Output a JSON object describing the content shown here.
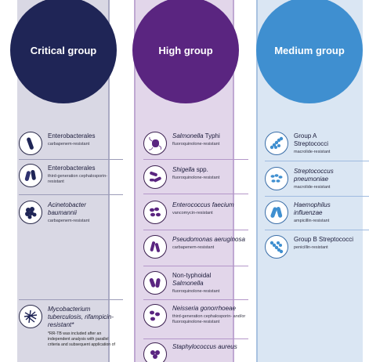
{
  "groups": {
    "critical": {
      "title": "Critical group",
      "items": [
        {
          "name": "Enterobacterales",
          "sub": "carbapenem-resistant"
        },
        {
          "name": "Enterobacterales",
          "sub": "third-generation cephalosporin-resistant"
        },
        {
          "name": "Acinetobacter baumannii",
          "sub": "carbapenem-resistant"
        },
        {
          "name": "Mycobacterium tuberculosis, rifampicin-resistant*",
          "note": "*RR-TB was included after an independent analysis with parallel criteria and subsequent application of"
        }
      ]
    },
    "high": {
      "title": "High group",
      "items": [
        {
          "name_it": "Salmonella",
          "name_rest": " Typhi",
          "sub": "fluoroquinolone-resistant"
        },
        {
          "name_it": "Shigella",
          "name_rest": " spp.",
          "sub": "fluoroquinolone-resistant"
        },
        {
          "name": "Enterococcus faecium",
          "sub": "vancomycin-resistant"
        },
        {
          "name": "Pseudomonas aeruginosa",
          "sub": "carbapenem-resistant"
        },
        {
          "name_pre": "Non-typhoidal",
          "name_it": "Salmonella",
          "sub": "fluoroquinolone-resistant"
        },
        {
          "name": "Neisseria gonorrhoeae",
          "sub": "third-generation cephalosporin- and/or fluoroquinolone-resistant"
        },
        {
          "name": "Staphylococcus aureus",
          "sub": ""
        }
      ]
    },
    "medium": {
      "title": "Medium group",
      "items": [
        {
          "name": "Group A Streptococci",
          "sub": "macrolide-resistant"
        },
        {
          "name": "Streptococcus pneumoniae",
          "sub": "macrolide-resistant"
        },
        {
          "name": "Haemophilus influenzae",
          "sub": "ampicillin-resistant"
        },
        {
          "name": "Group B Streptococci",
          "sub": "penicillin-resistant"
        }
      ]
    }
  },
  "colors": {
    "critical": "#1f2556",
    "high": "#5a2580",
    "medium": "#3f8fd0"
  },
  "icons": [
    "rod-bacteria-icon",
    "cluster-bacteria-icon",
    "tangle-bacteria-icon",
    "chain-bacteria-icon",
    "diplococci-icon"
  ]
}
